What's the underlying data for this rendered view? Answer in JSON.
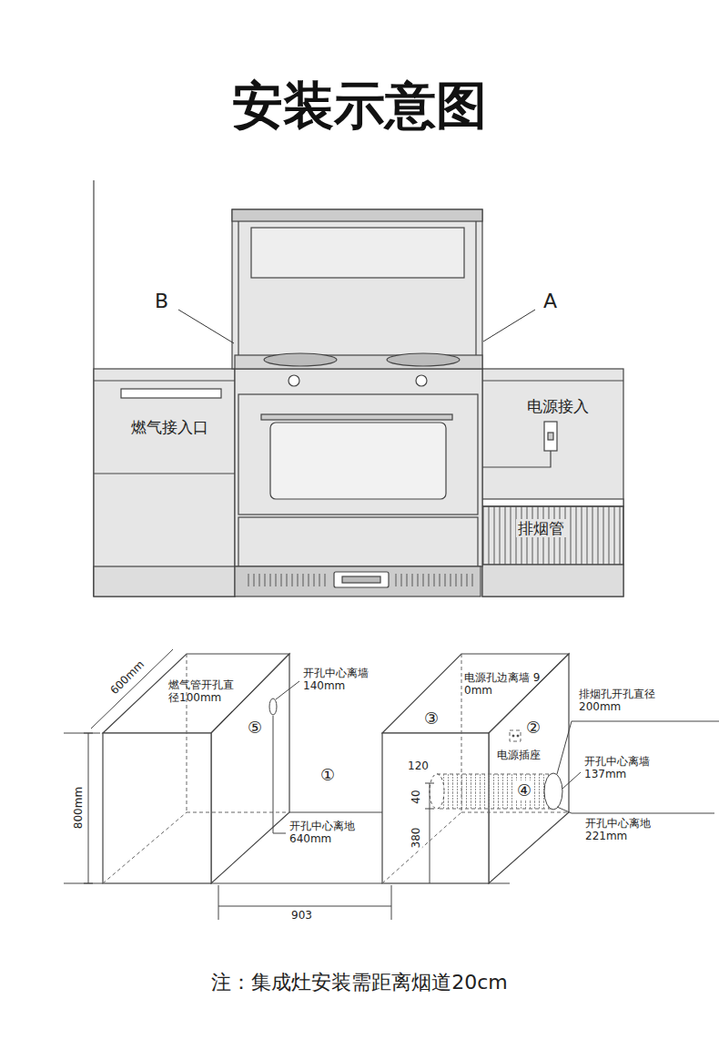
{
  "diagram": {
    "title": "安装示意图",
    "caption": "注：集成灶安装需距离烟道20cm",
    "labels": [
      "B",
      "A",
      "燃气接入口",
      "电源接入",
      "排烟管",
      "600mm",
      "燃气管开孔直径100mm",
      "⑤",
      "开孔中心离墙 140mm",
      "①",
      "开孔中心离地 640mm",
      "800mm",
      "903",
      "③",
      "电源孔边离墙 90mm",
      "②",
      "电源插座",
      "排烟孔开孔直径 200mm",
      "120",
      "④",
      "开孔中心离墙 137mm",
      "40",
      "380",
      "开孔中心离地 221mm"
    ]
  }
}
